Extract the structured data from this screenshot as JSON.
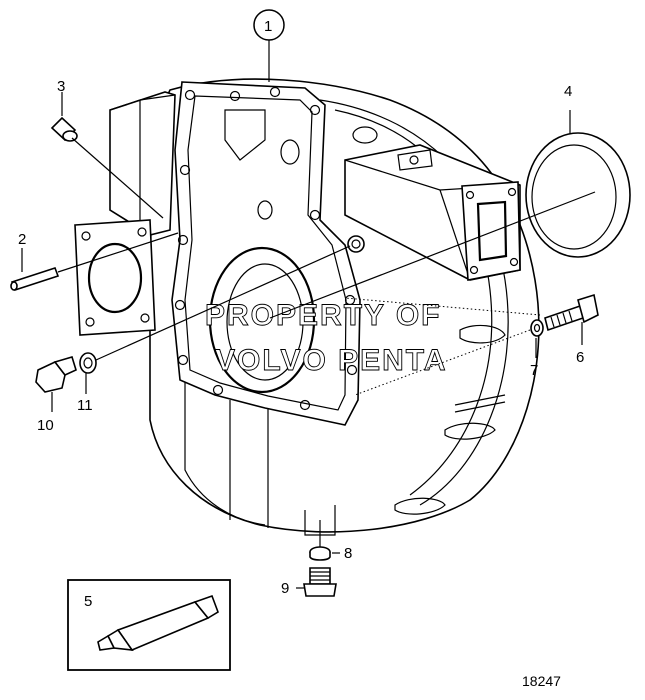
{
  "callouts": {
    "c1": "1",
    "c2": "2",
    "c3": "3",
    "c4": "4",
    "c5": "5",
    "c6": "6",
    "c7": "7",
    "c8": "8",
    "c9": "9",
    "c10": "10",
    "c11": "11"
  },
  "figure_number": "18247",
  "watermark": {
    "line1": "PROPERTY OF",
    "line2": "VOLVO PENTA"
  }
}
